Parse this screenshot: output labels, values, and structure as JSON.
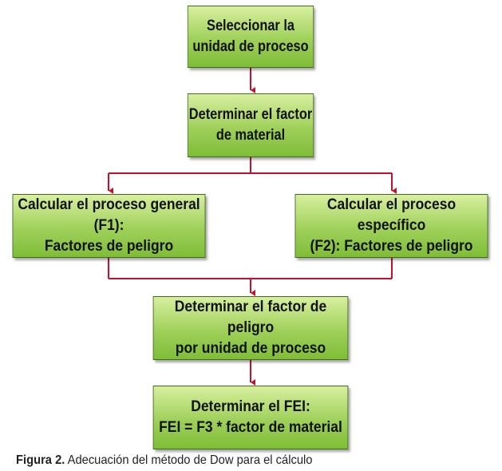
{
  "diagram": {
    "nodes": [
      {
        "id": "select-unit",
        "text": "Seleccionar la\nunidad de proceso"
      },
      {
        "id": "material-factor",
        "text": "Determinar el factor\nde material"
      },
      {
        "id": "general-process",
        "text": "Calcular el proceso general (F1):\nFactores de peligro"
      },
      {
        "id": "specific-process",
        "text": "Calcular el proceso específico\n(F2): Factores de peligro"
      },
      {
        "id": "hazard-factor",
        "text": "Determinar el factor de peligro\npor unidad de proceso"
      },
      {
        "id": "fei",
        "text": "Determinar el FEI:\nFEI = F3 * factor de material"
      }
    ],
    "edges": [
      {
        "from": "select-unit",
        "to": "material-factor"
      },
      {
        "from": "material-factor",
        "to": "general-process"
      },
      {
        "from": "material-factor",
        "to": "specific-process"
      },
      {
        "from": "general-process",
        "to": "hazard-factor"
      },
      {
        "from": "specific-process",
        "to": "hazard-factor"
      },
      {
        "from": "hazard-factor",
        "to": "fei"
      }
    ],
    "connector_color": "#c8102e",
    "box_color": "#8cc63f"
  },
  "caption": {
    "label": "Figura 2.",
    "text": " Adecuación del método de Dow para el cálculo"
  }
}
